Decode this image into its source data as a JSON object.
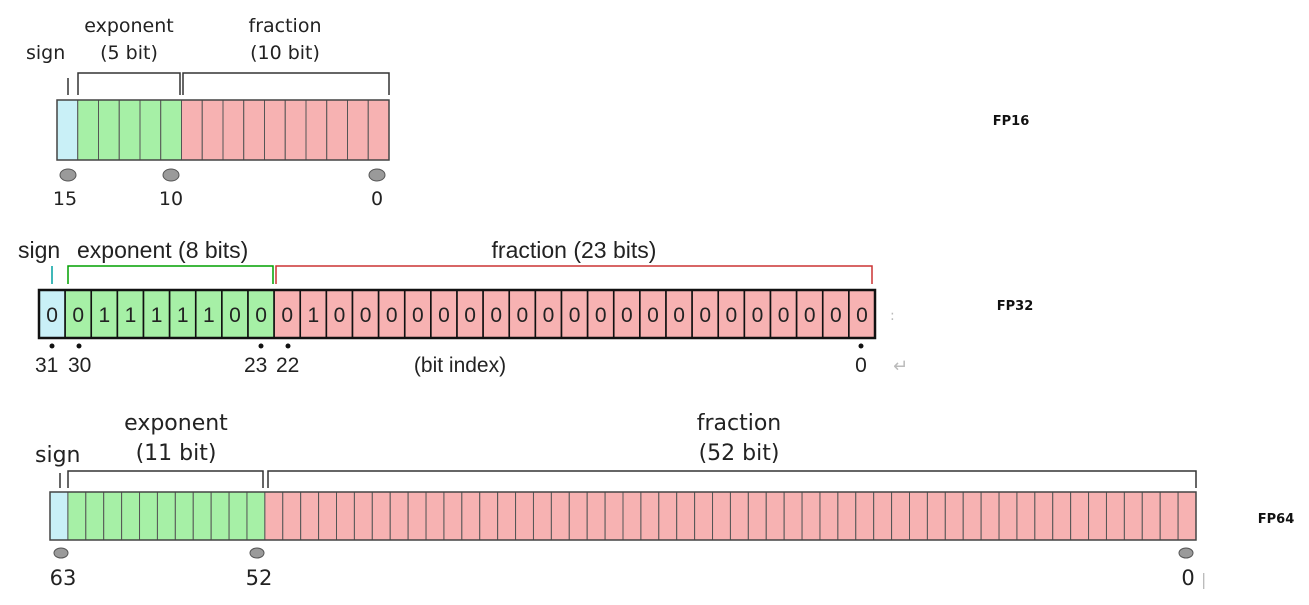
{
  "colors": {
    "sign": "#c9f0f7",
    "exponent": "#a6f0a6",
    "fraction": "#f7b2b2",
    "sign_brace": "#00a0a0",
    "exponent_brace": "#00a000",
    "fraction_brace": "#cc3333"
  },
  "fp16": {
    "format_label": "FP16",
    "sign_label": "sign",
    "exponent_label_line1": "exponent",
    "exponent_label_line2": "(5 bit)",
    "fraction_label_line1": "fraction",
    "fraction_label_line2": "(10 bit)",
    "total_bits": 16,
    "sign_bits": 1,
    "exponent_bits": 5,
    "fraction_bits": 10,
    "indices": [
      "15",
      "10",
      "0"
    ]
  },
  "fp32": {
    "format_label": "FP32",
    "sign_label": "sign",
    "exponent_label": "exponent (8 bits)",
    "fraction_label": "fraction (23 bits)",
    "total_bits": 32,
    "sign_bits": 1,
    "exponent_bits": 8,
    "fraction_bits": 23,
    "bits": [
      "0",
      "0",
      "1",
      "1",
      "1",
      "1",
      "1",
      "0",
      "0",
      "0",
      "1",
      "0",
      "0",
      "0",
      "0",
      "0",
      "0",
      "0",
      "0",
      "0",
      "0",
      "0",
      "0",
      "0",
      "0",
      "0",
      "0",
      "0",
      "0",
      "0",
      "0",
      "0"
    ],
    "indices": [
      "31",
      "30",
      "23",
      "22",
      "0"
    ],
    "bit_index_label": "(bit index)",
    "return_glyph": "↵"
  },
  "fp64": {
    "format_label": "FP64",
    "sign_label": "sign",
    "exponent_label_line1": "exponent",
    "exponent_label_line2": "(11 bit)",
    "fraction_label_line1": "fraction",
    "fraction_label_line2": "(52 bit)",
    "total_bits": 64,
    "sign_bits": 1,
    "exponent_bits": 11,
    "fraction_bits": 52,
    "indices": [
      "63",
      "52",
      "0"
    ]
  }
}
